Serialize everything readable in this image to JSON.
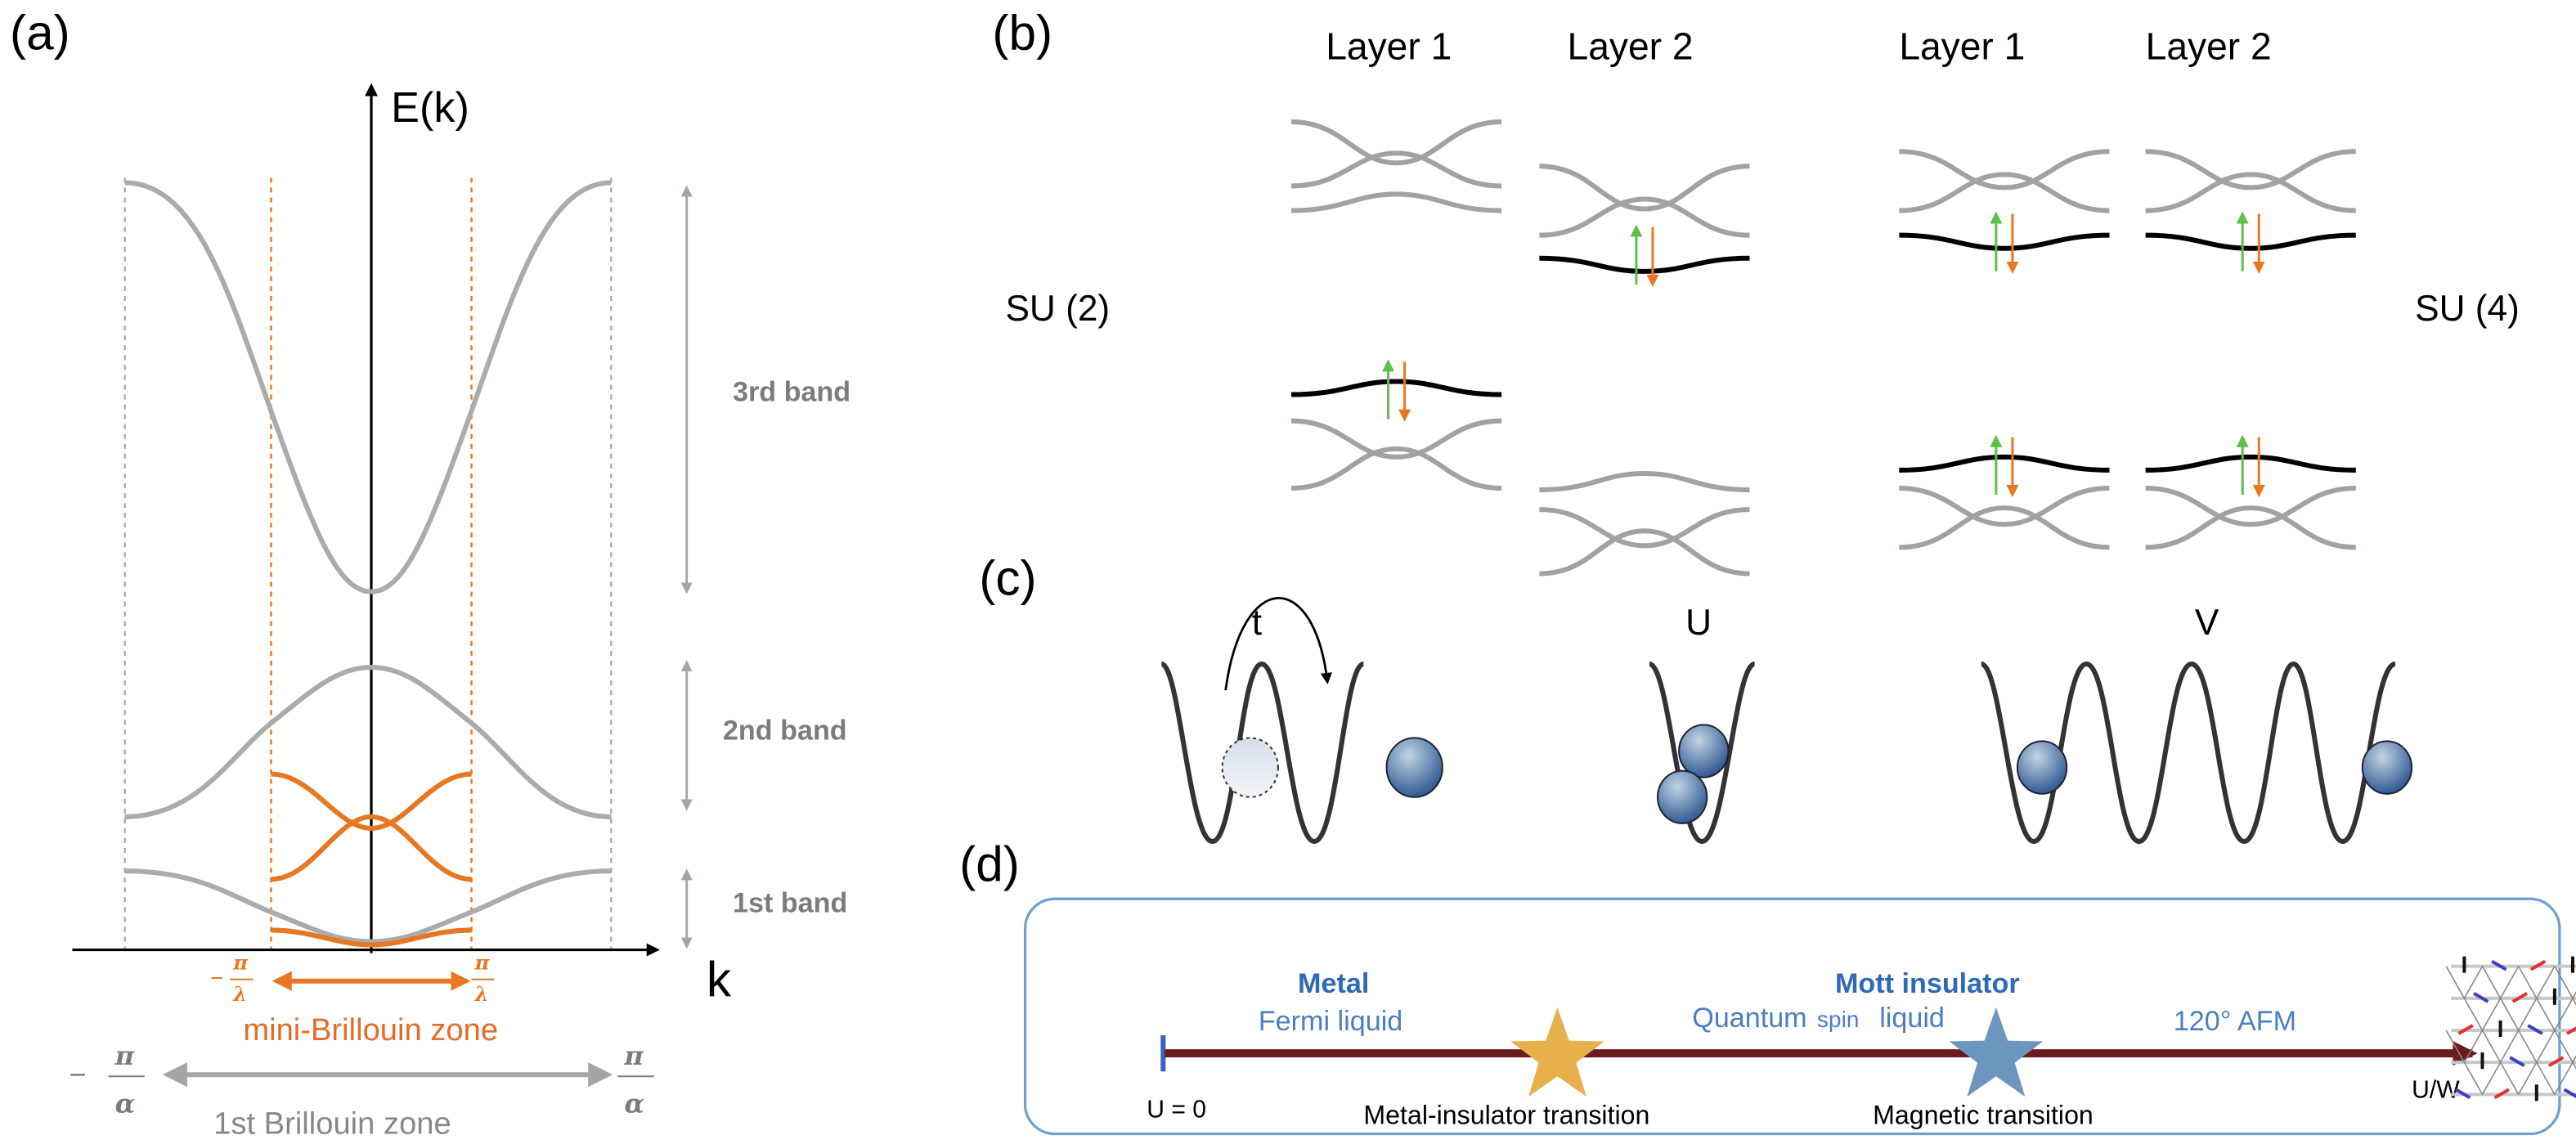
{
  "panel_a": {
    "label": "(a)",
    "y_axis_label": "E(k)",
    "x_axis_label": "k",
    "bands": [
      {
        "label": "3rd band"
      },
      {
        "label": "2nd band"
      },
      {
        "label": "1st band"
      }
    ],
    "mini_zone": {
      "left": "−",
      "pi": "π",
      "lambda": "λ",
      "label": "mini-Brillouin  zone"
    },
    "first_zone": {
      "left": "−",
      "pi": "π",
      "a": "α",
      "label": "1st Brillouin  zone"
    },
    "colors": {
      "band": "#a9abad",
      "mini": "#e87722",
      "axis": "#000000"
    }
  },
  "panel_b": {
    "label": "(b)",
    "left_group": {
      "symmetry": "SU (2)",
      "layers": [
        "Layer 1",
        "Layer 2"
      ]
    },
    "right_group": {
      "symmetry": "SU (4)",
      "layers": [
        "Layer 1",
        "Layer 2"
      ]
    },
    "colors": {
      "spin_up": "#5fbf4a",
      "spin_down": "#e87722",
      "flat_band": "#000000",
      "band": "#a0a3a5"
    }
  },
  "panel_c": {
    "label": "(c)",
    "terms": [
      "t",
      "U",
      "V"
    ]
  },
  "panel_d": {
    "label": "(d)",
    "metal_title": "Metal",
    "metal_sub": "Fermi liquid",
    "mott_title": "Mott insulator",
    "qsl_label_a": "Quantum",
    "qsl_label_b": "spin",
    "qsl_label_c": "liquid",
    "afm_label": "120° AFM",
    "u_zero": "U = 0",
    "u_over_w": "U/W",
    "mit_label": "Metal-insulator transition",
    "mag_label": "Magnetic transition",
    "colors": {
      "title": "#2e6ab5",
      "arrow": "#6b1b1e",
      "star_mit": "#e8b04a",
      "star_mag": "#6d96bf",
      "border": "#6f9fd0"
    }
  }
}
